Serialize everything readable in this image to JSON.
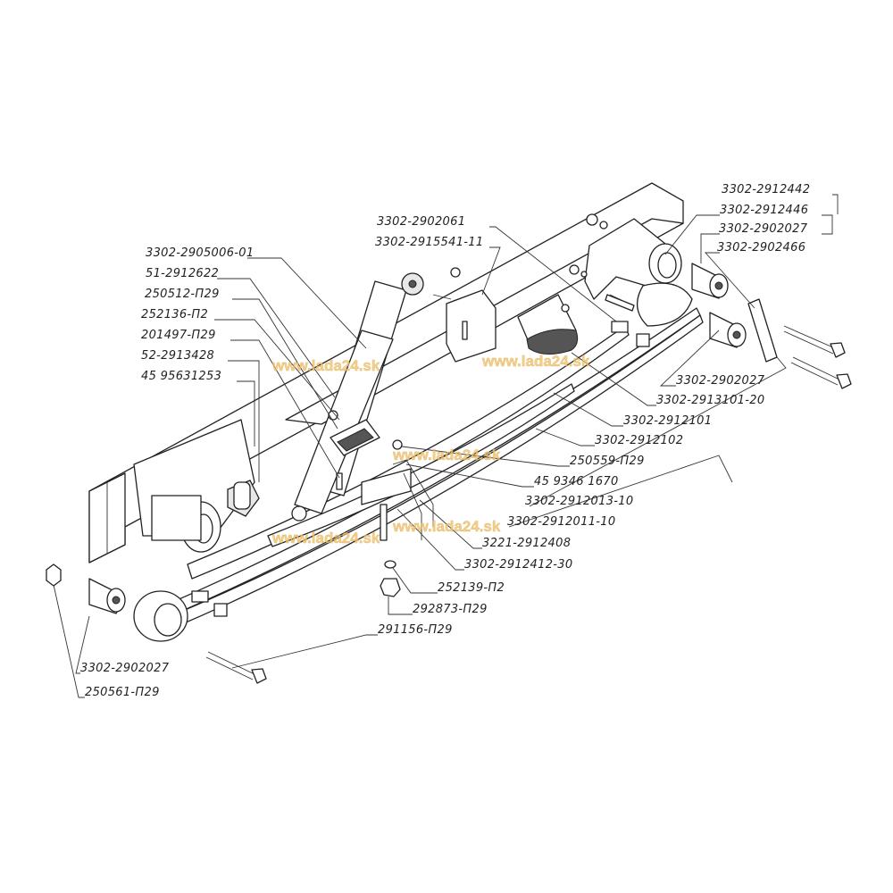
{
  "labels": {
    "shock_absorber": "3302-2905006-01",
    "l51_2912622": "51-2912622",
    "l250512": "250512-П29",
    "l252136": "252136-П2",
    "l201497": "201497-П29",
    "l52_2913428": "52-2913428",
    "l45_95631253": "45 95631253",
    "l2902061": "3302-2902061",
    "l2915541": "3302-2915541-11",
    "l2912442": "3302-2912442",
    "l2912446": "3302-2912446",
    "l2902027_top": "3302-2902027",
    "l2902466": "3302-2902466",
    "l2902027_mid": "3302-2902027",
    "l2913101": "3302-2913101-20",
    "l2912101": "3302-2912101",
    "l2912102": "3302-2912102",
    "l250559": "250559-П29",
    "l45_93461670": "45 9346 1670",
    "l2912013": "3302-2912013-10",
    "l2912011": "3302-2912011-10",
    "l3221_2912408": "3221-2912408",
    "l2912412": "3302-2912412-30",
    "l252139": "252139-П2",
    "l292873": "292873-П29",
    "l291156": "291156-П29",
    "l2902027_bot": "3302-2902027",
    "l250561": "250561-П29"
  },
  "watermark": "www.lada24.sk",
  "colors": {
    "line": "#222222",
    "watermark": "#f2c46a"
  }
}
